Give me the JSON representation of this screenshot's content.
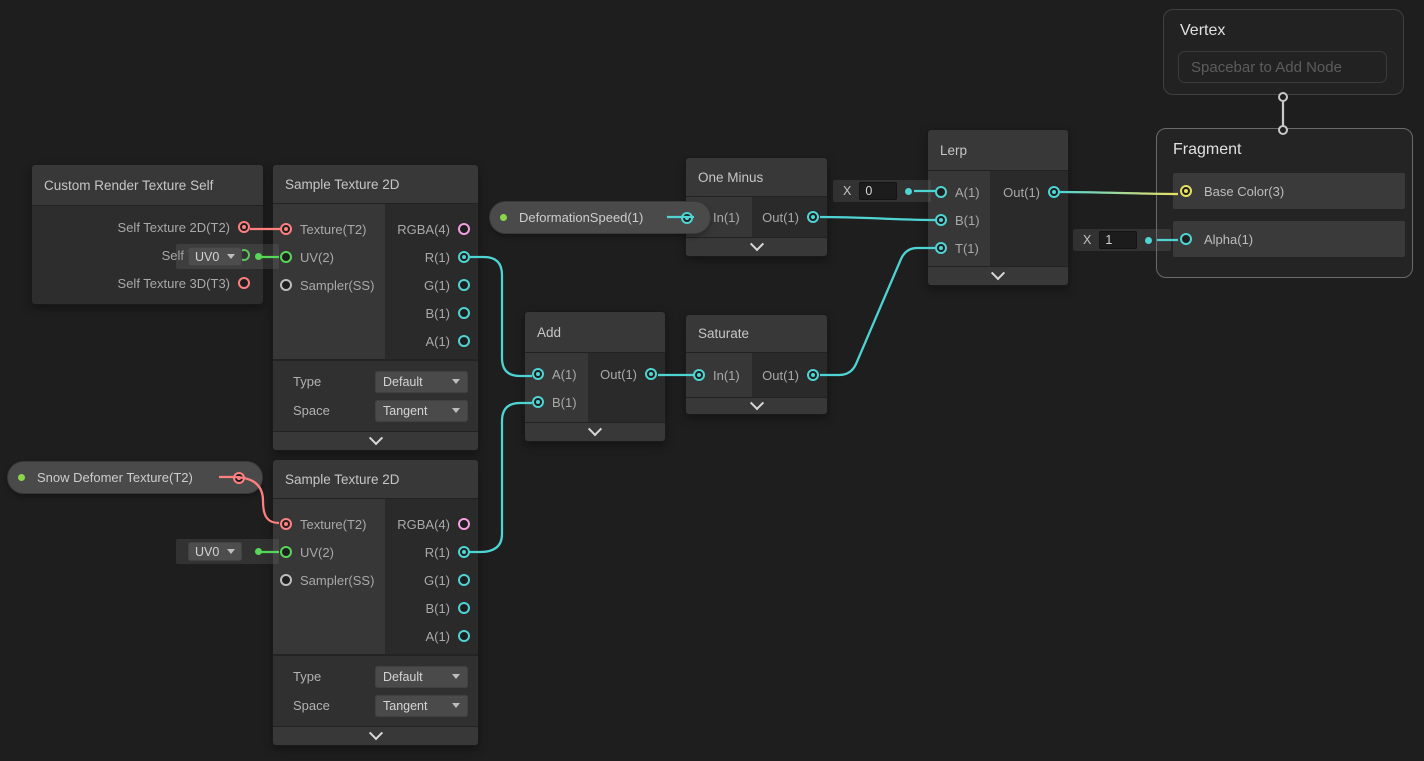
{
  "colors": {
    "canvas": "#1e1e1e",
    "cyan": "#4fd4d4",
    "green": "#57d757",
    "red": "#ff8080",
    "pink": "#f2a0e2",
    "yellow": "#e8e15f",
    "grayport": "#bdbdbd",
    "dotgreen": "#8bd54a"
  },
  "nodes": {
    "crts": {
      "title": "Custom Render Texture Self",
      "rows": [
        "Self Texture 2D(T2)",
        "Self Texture",
        "Self Texture 3D(T3)"
      ]
    },
    "sample_top": {
      "title": "Sample Texture 2D",
      "in": [
        "Texture(T2)",
        "UV(2)",
        "Sampler(SS)"
      ],
      "out": [
        "RGBA(4)",
        "R(1)",
        "G(1)",
        "B(1)",
        "A(1)"
      ],
      "type_label": "Type",
      "type_value": "Default",
      "space_label": "Space",
      "space_value": "Tangent"
    },
    "sample_bottom": {
      "title": "Sample Texture 2D",
      "in": [
        "Texture(T2)",
        "UV(2)",
        "Sampler(SS)"
      ],
      "out": [
        "RGBA(4)",
        "R(1)",
        "G(1)",
        "B(1)",
        "A(1)"
      ],
      "type_label": "Type",
      "type_value": "Default",
      "space_label": "Space",
      "space_value": "Tangent"
    },
    "one_minus": {
      "title": "One Minus",
      "in": [
        "In(1)"
      ],
      "out": [
        "Out(1)"
      ]
    },
    "add": {
      "title": "Add",
      "in": [
        "A(1)",
        "B(1)"
      ],
      "out": [
        "Out(1)"
      ]
    },
    "saturate": {
      "title": "Saturate",
      "in": [
        "In(1)"
      ],
      "out": [
        "Out(1)"
      ]
    },
    "lerp": {
      "title": "Lerp",
      "in": [
        "A(1)",
        "B(1)",
        "T(1)"
      ],
      "out": [
        "Out(1)"
      ]
    },
    "vertex": {
      "title": "Vertex",
      "placeholder": "Spacebar to Add Node"
    },
    "fragment": {
      "title": "Fragment",
      "slots": [
        "Base Color(3)",
        "Alpha(1)"
      ]
    }
  },
  "properties": {
    "deformation_speed": "DeformationSpeed(1)",
    "snow_deformer": "Snow Defomer Texture(T2)"
  },
  "inline": {
    "uv_top": "UV0",
    "uv_bottom": "UV0",
    "lerp_a_label": "X",
    "lerp_a_value": "0",
    "alpha_label": "X",
    "alpha_value": "1"
  }
}
